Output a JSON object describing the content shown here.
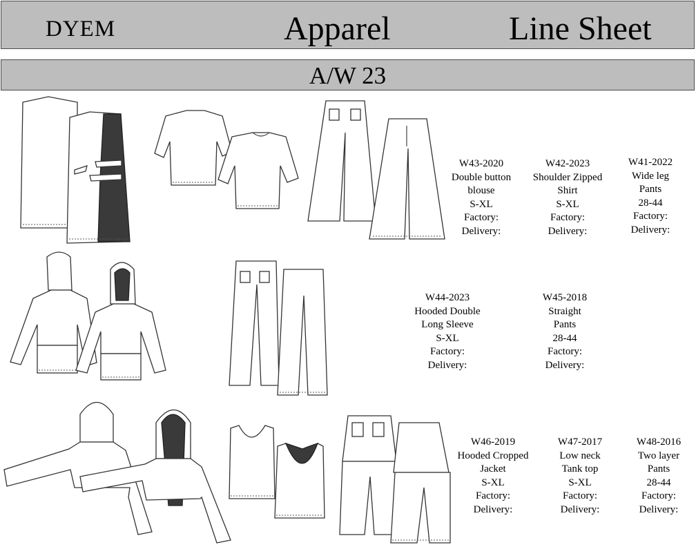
{
  "header": {
    "brand": "DYEM",
    "title": "Apparel",
    "subtitle": "Line Sheet"
  },
  "season": "A/W 23",
  "products": [
    {
      "code": "W43-2020",
      "name1": "Double button",
      "name2": "blouse",
      "size": "S-XL",
      "factory": "Factory:",
      "delivery": "Delivery:"
    },
    {
      "code": "W42-2023",
      "name1": "Shoulder Zipped",
      "name2": "Shirt",
      "size": "S-XL",
      "factory": "Factory:",
      "delivery": "Delivery:"
    },
    {
      "code": "W41-2022",
      "name1": "Wide leg",
      "name2": "Pants",
      "size": "28-44",
      "factory": "Factory:",
      "delivery": "Delivery:"
    },
    {
      "code": "W44-2023",
      "name1": "Hooded Double",
      "name2": "Long Sleeve",
      "size": "S-XL",
      "factory": "Factory:",
      "delivery": "Delivery:"
    },
    {
      "code": "W45-2018",
      "name1": "Straight",
      "name2": "Pants",
      "size": "28-44",
      "factory": "Factory:",
      "delivery": "Delivery:"
    },
    {
      "code": "W46-2019",
      "name1": "Hooded Cropped",
      "name2": "Jacket",
      "size": "S-XL",
      "factory": "Factory:",
      "delivery": "Delivery:"
    },
    {
      "code": "W47-2017",
      "name1": "Low neck",
      "name2": "Tank top",
      "size": "S-XL",
      "factory": "Factory:",
      "delivery": "Delivery:"
    },
    {
      "code": "W48-2016",
      "name1": "Two layer",
      "name2": "Pants",
      "size": "28-44",
      "factory": "Factory:",
      "delivery": "Delivery:"
    }
  ],
  "colors": {
    "bar": "#bdbdbd",
    "dark_panel": "#3a3a3a"
  }
}
